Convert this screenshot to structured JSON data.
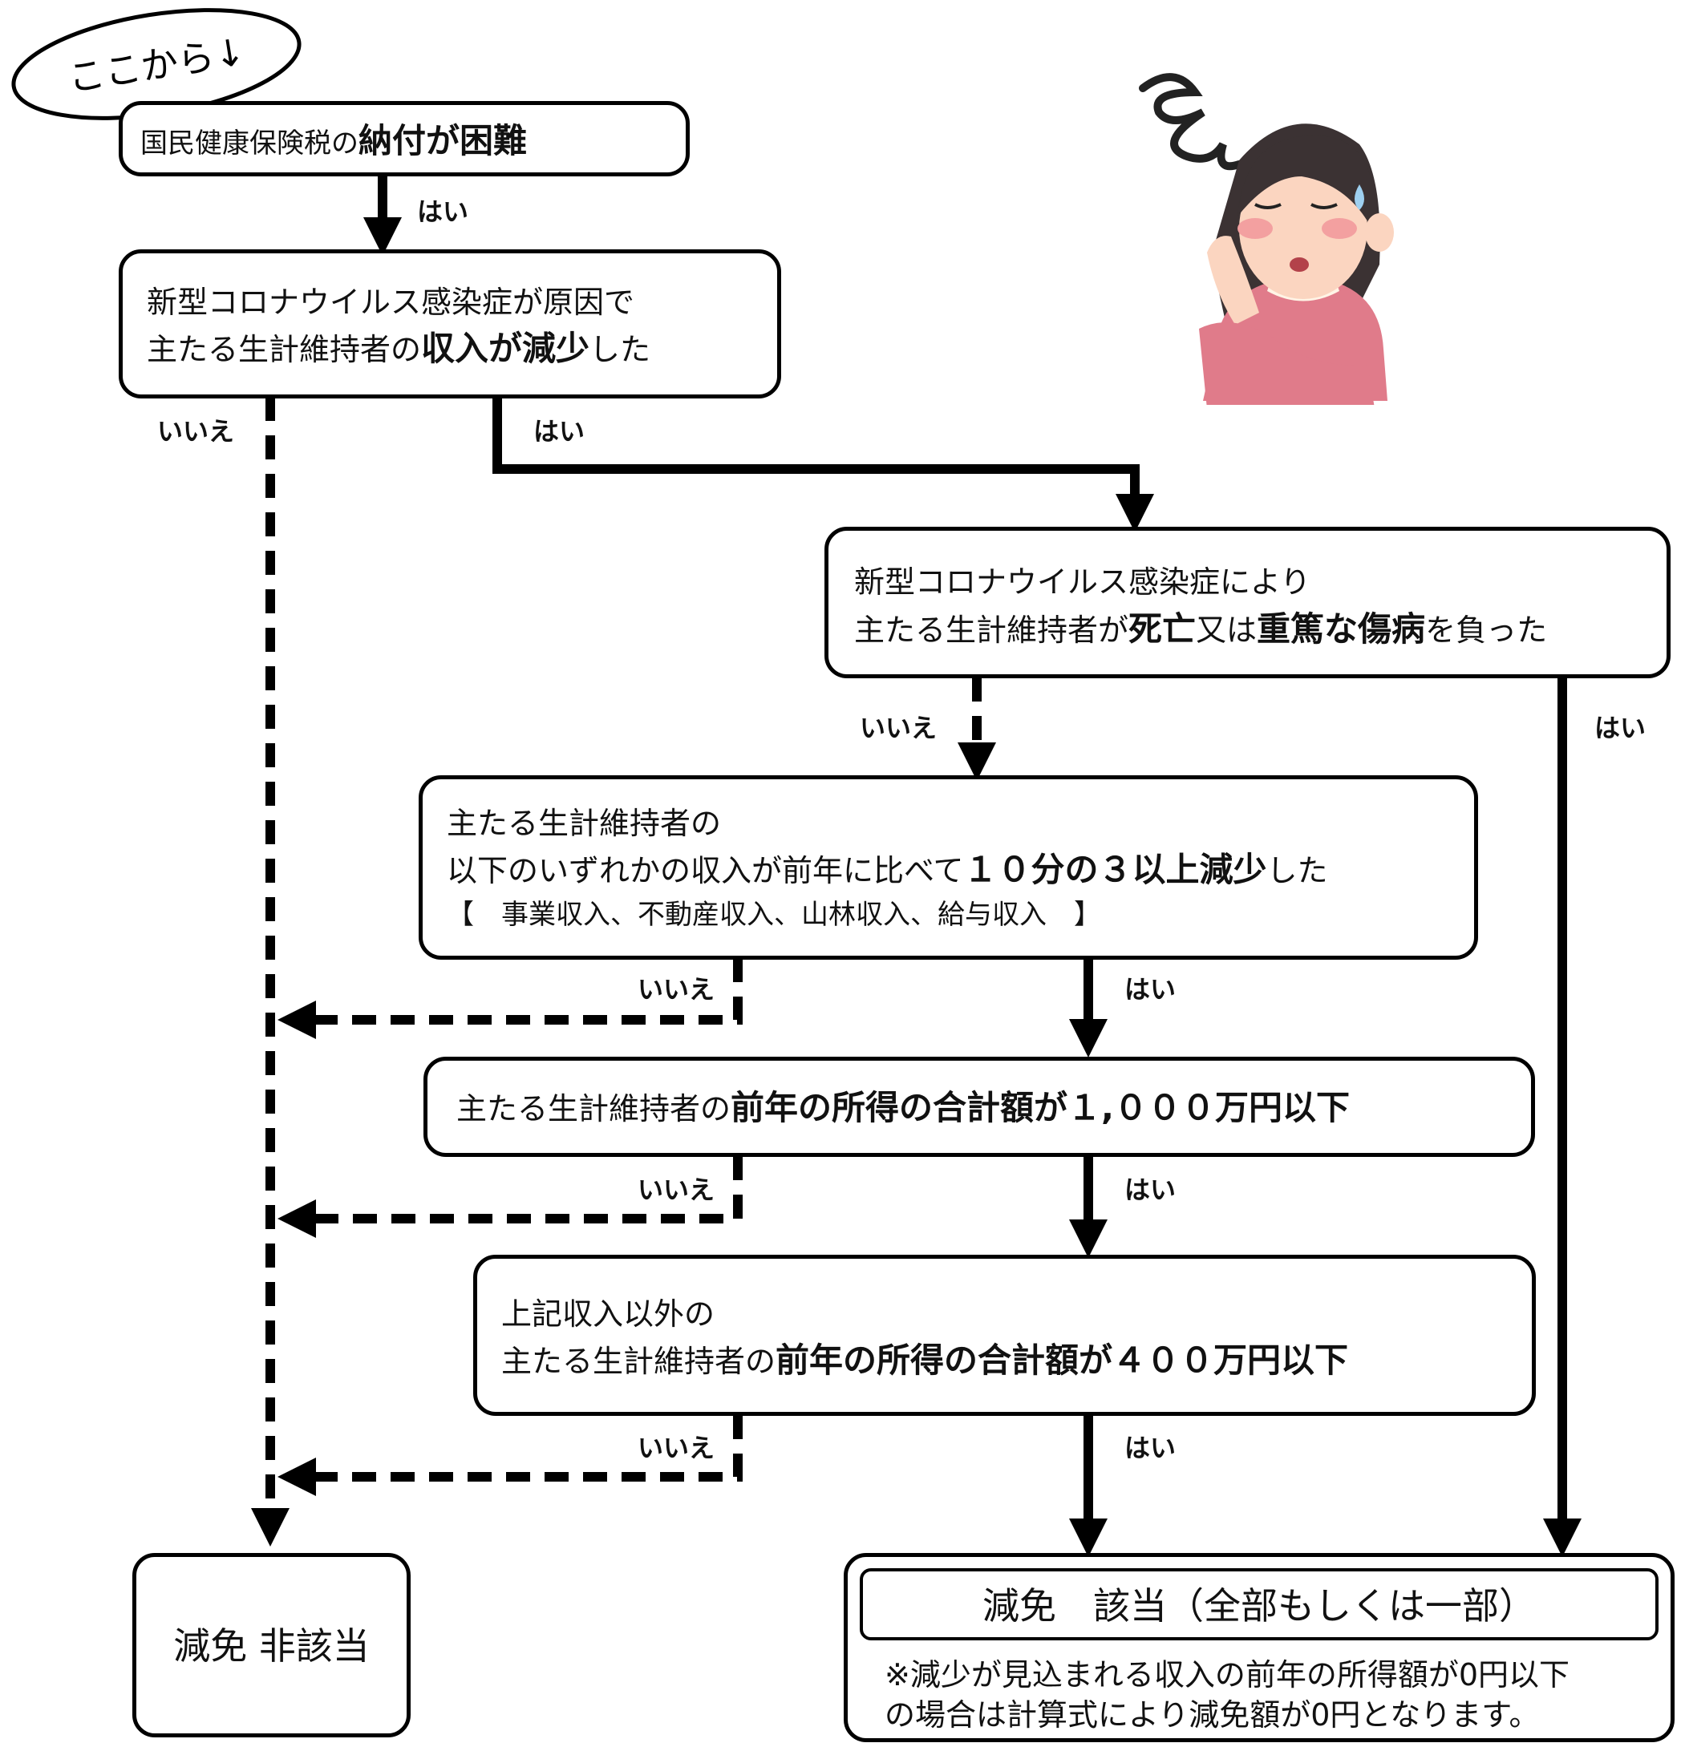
{
  "start_label": "ここから↓",
  "branch": {
    "yes": "はい",
    "no": "いいえ"
  },
  "q1": {
    "a": "国民健康保険税の",
    "b": "納付が困難"
  },
  "q2": {
    "line1": "新型コロナウイルス感染症が原因で",
    "line2a": "主たる生計維持者の",
    "line2b": "収入が減少",
    "line2c": "した"
  },
  "q3": {
    "line1": "新型コロナウイルス感染症により",
    "line2a": "主たる生計維持者が",
    "line2b": "死亡",
    "line2c": "又は",
    "line2d": "重篤な傷病",
    "line2e": "を負った"
  },
  "q4": {
    "line1": "主たる生計維持者の",
    "line2a": "以下のいずれかの収入が前年に比べて",
    "line2b": "１０分の３以上減少",
    "line2c": "した",
    "line3": "【　事業収入、不動産収入、山林収入、給与収入　】"
  },
  "q5": {
    "a": "主たる生計維持者の",
    "b": "前年の所得の合計額が１,０００万円以下"
  },
  "q6": {
    "line1": "上記収入以外の",
    "line2a": "主たる生計維持者の",
    "line2b": "前年の所得の合計額が４００万円以下"
  },
  "result_no": "減免 非該当",
  "result_yes": {
    "title": "減免　該当（全部もしくは一部）",
    "note1": "※減少が見込まれる収入の前年の所得額が0円以下",
    "note2": "の場合は計算式により減免額が0円となります。"
  }
}
